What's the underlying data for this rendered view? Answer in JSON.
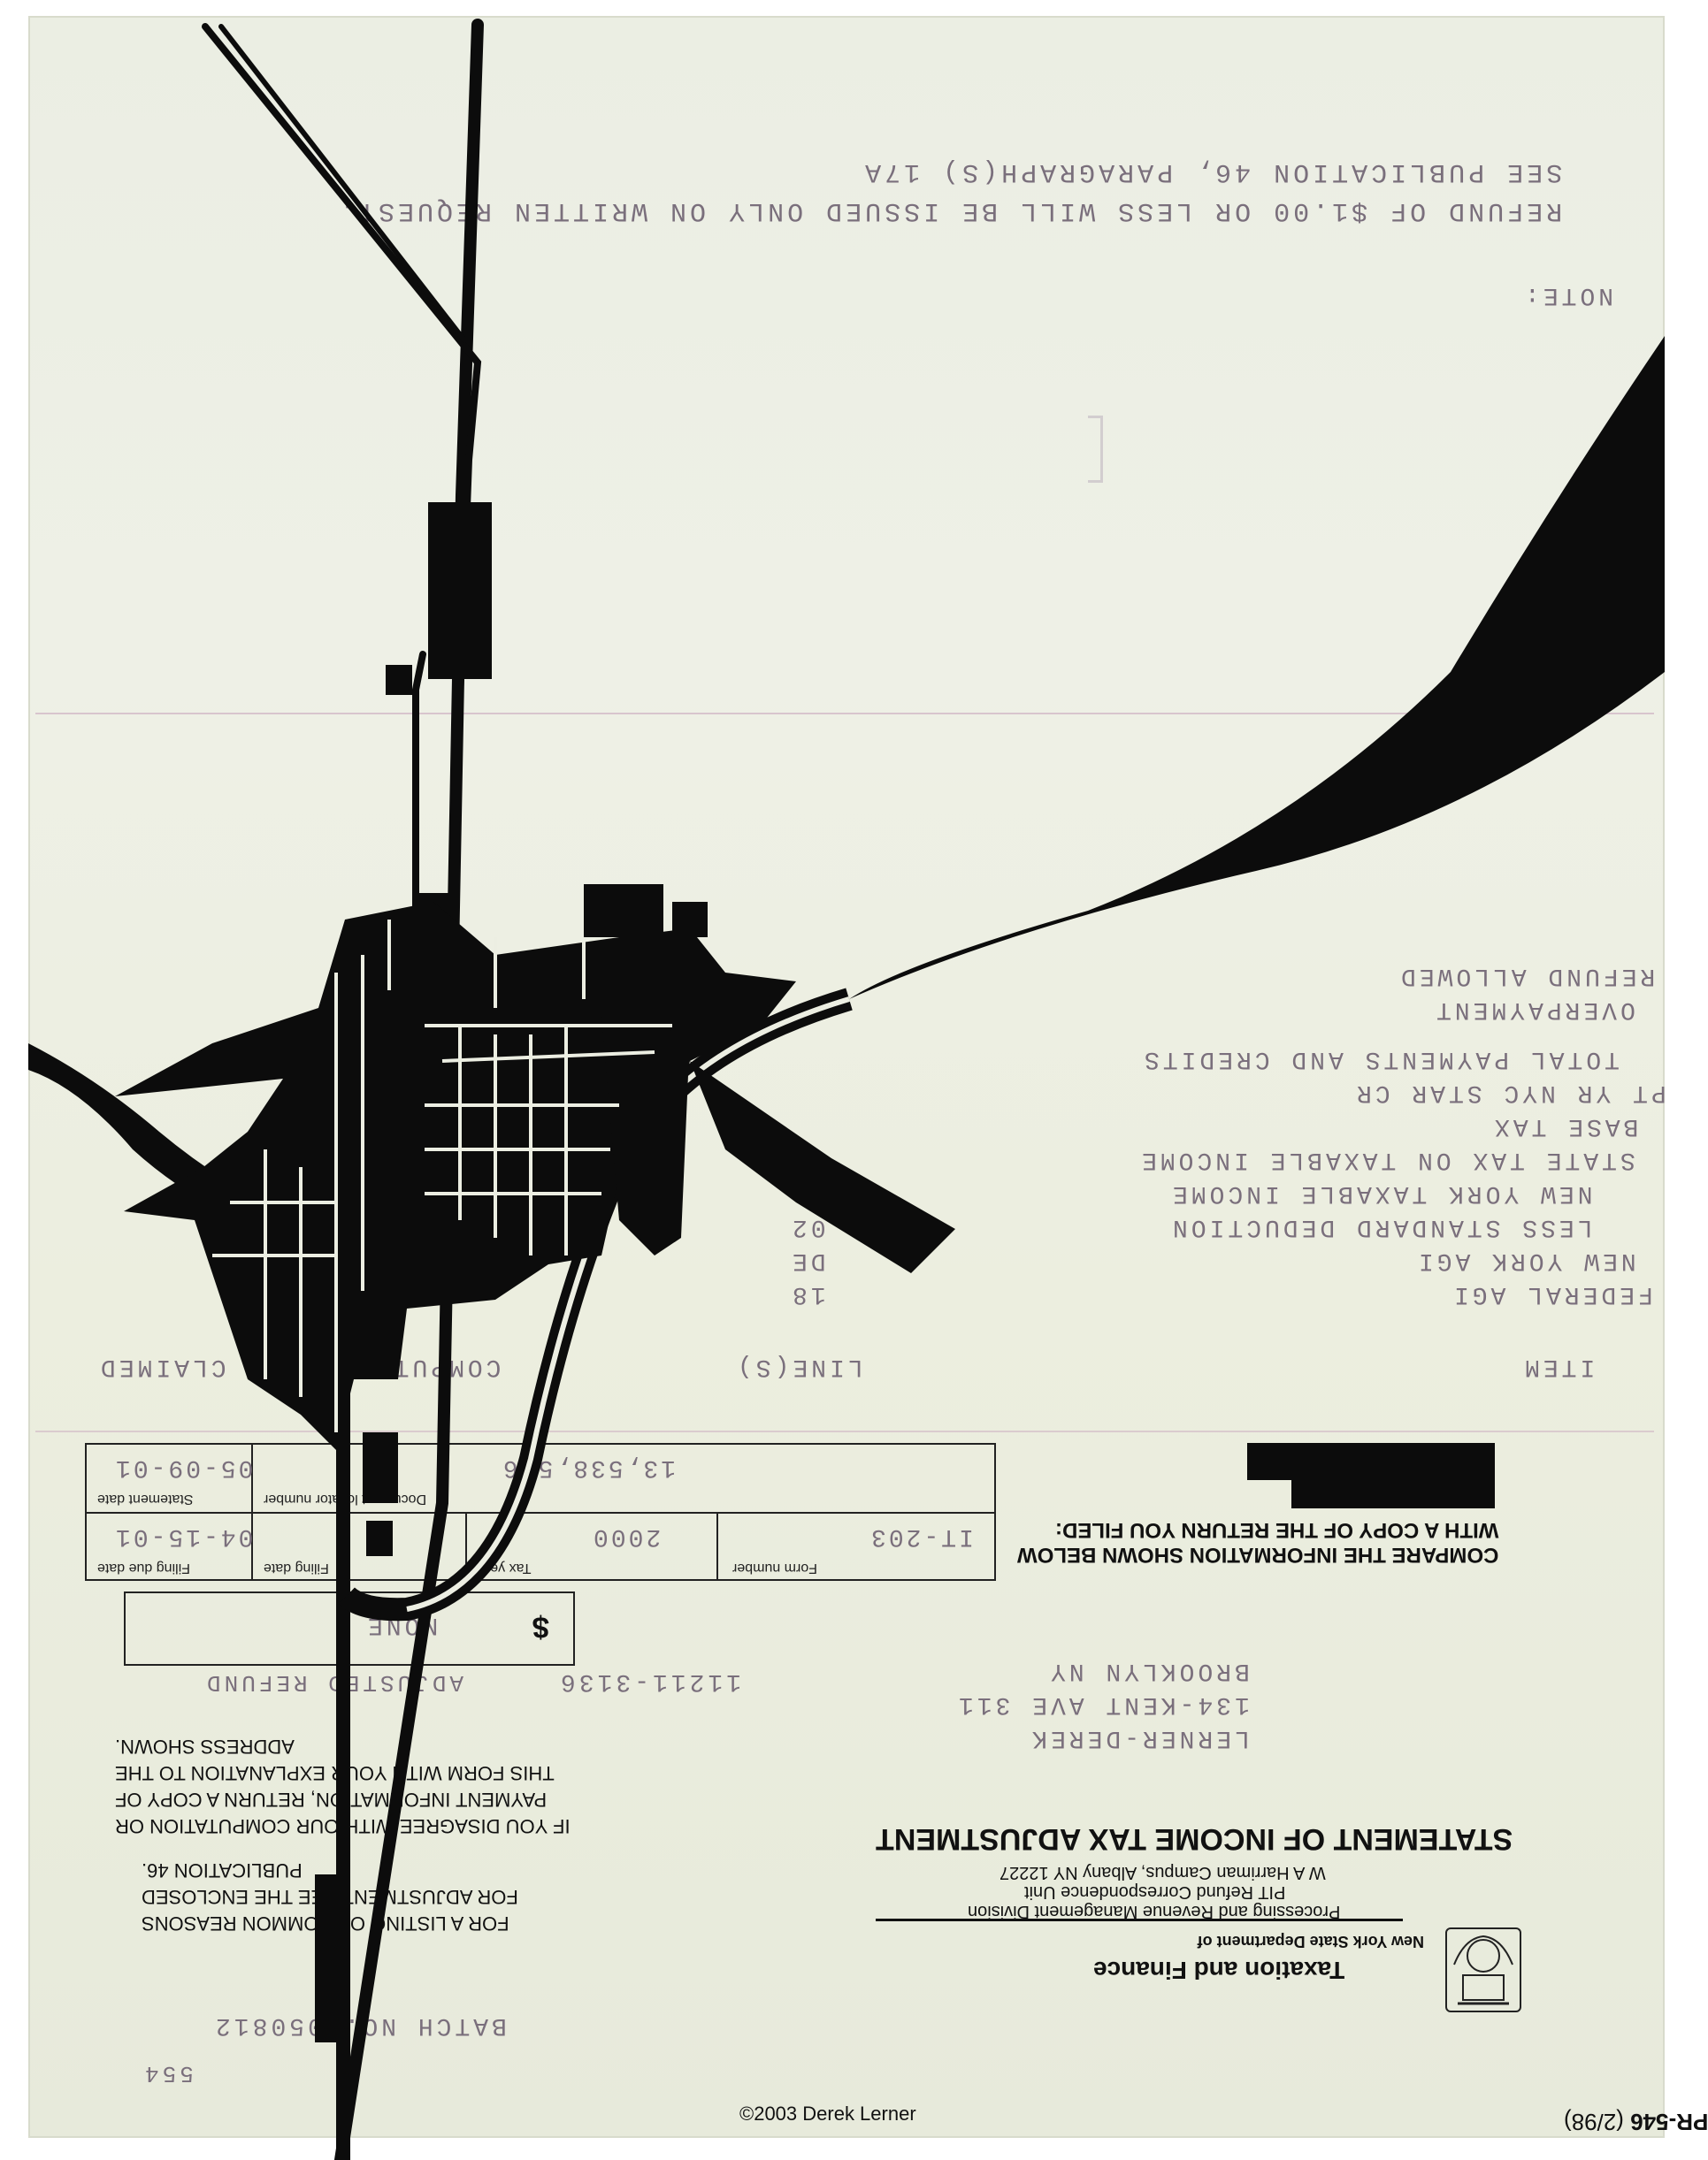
{
  "form": {
    "code": "PR-546",
    "revision": "(2/98)",
    "dept_line1": "New York State Department of",
    "dept_line2": "Taxation and Finance",
    "division": "Processing and Revenue Management Division",
    "unit": "PIT Refund Correspondence Unit",
    "address": "W A Harriman Campus, Albany NY 12227",
    "title": "STATEMENT OF INCOME TAX ADJUSTMENT",
    "batch": "BATCH NO. 050812",
    "corner_number": "554"
  },
  "taxpayer": {
    "name": "LERNER-DEREK",
    "street": "134-KENT AVE 311",
    "city": "BROOKLYN NY",
    "zip": "11211-3136"
  },
  "notes": {
    "common_reasons": [
      "FOR A LISTING OF COMMON REASONS",
      "FOR ADJUSTMENT SEE THE ENCLOSED",
      "PUBLICATION 46."
    ],
    "disagree": [
      "IF YOU DISAGREE WITH OUR COMPUTATION OR",
      "PAYMENT INFORMATION, RETURN A COPY OF",
      "THIS FORM WITH YOUR EXPLANATION TO THE",
      "ADDRESS SHOWN."
    ],
    "compare": [
      "COMPARE THE INFORMATION SHOWN BELOW",
      "WITH A COPY OF THE RETURN YOU FILED:"
    ],
    "note_label": "NOTE:",
    "refund_note": [
      "REFUND OF $1.00 OR LESS WILL BE ISSUED ONLY ON WRITTEN REQUEST.",
      "SEE PUBLICATION 46, PARAGRAPH(S) 17A"
    ]
  },
  "refund": {
    "label": "ADJUSTED REFUND",
    "currency": "$",
    "value": "NONE"
  },
  "info_table": {
    "row1": [
      {
        "label": "Form number",
        "value": "IT-203"
      },
      {
        "label": "Tax year",
        "value": "2000"
      },
      {
        "label": "Filing date",
        "value": ""
      },
      {
        "label": "Filing due date",
        "value": "04-15-01"
      }
    ],
    "row2": [
      {
        "label": "Document locator number",
        "value": "13,538,566"
      },
      {
        "label": "Statement date",
        "value": "05-09-01"
      }
    ]
  },
  "items": {
    "headers": [
      "ITEM",
      "LINE(S)",
      "COMPUTED",
      "CLAIMED"
    ],
    "rows": [
      "FEDERAL AGI",
      "NEW YORK AGI",
      "LESS STANDARD DEDUCTION",
      "NEW YORK TAXABLE INCOME",
      "STATE TAX ON TAXABLE INCOME",
      "BASE TAX",
      "PT YR NYC STAR CR",
      "TOTAL PAYMENTS AND CREDITS",
      "OVERPAYMENT",
      "REFUND ALLOWED"
    ],
    "line_fragments": [
      "18",
      "DE",
      "02"
    ]
  },
  "copyright": "©2003 Derek Lerner",
  "colors": {
    "paper": "#eceee2",
    "ink": "#0c0c0c",
    "typewriter": "#7a6f7c",
    "rule": "#b48ea6"
  }
}
